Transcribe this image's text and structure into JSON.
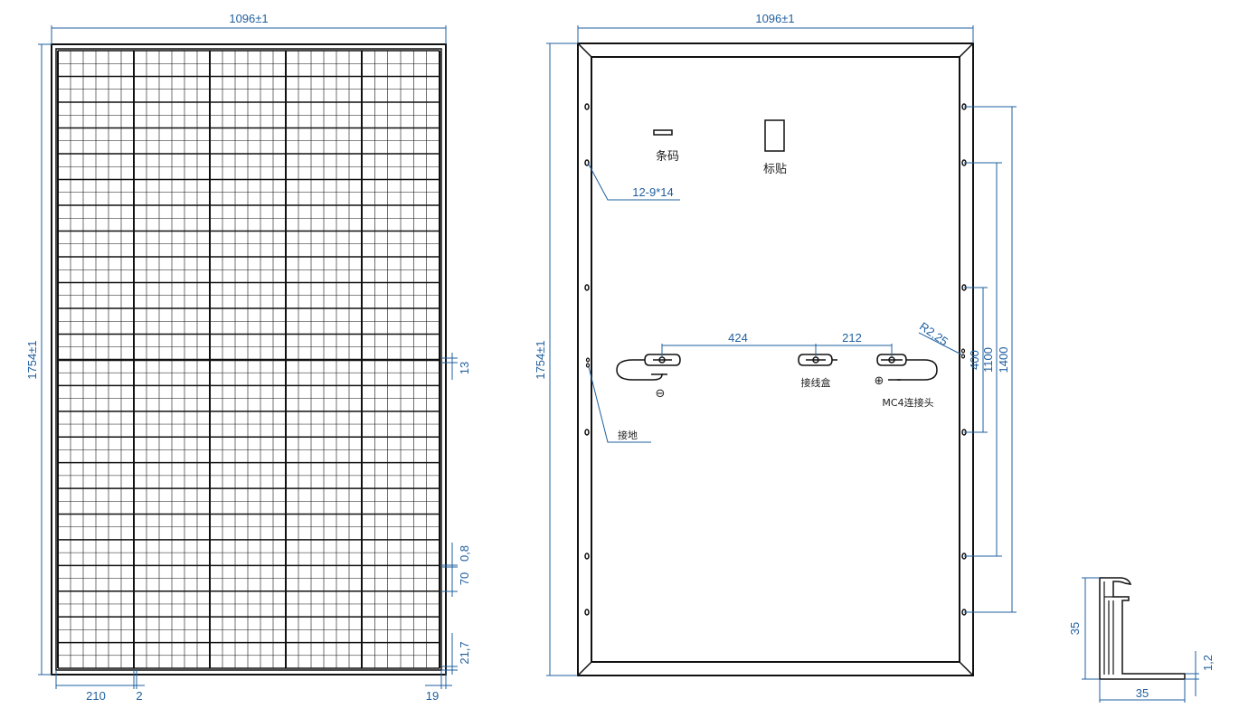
{
  "front_view": {
    "width_dim": "1096±1",
    "height_dim": "1754±1",
    "dim_13": "13",
    "dim_08": "0,8",
    "dim_70": "70",
    "dim_217": "21,7",
    "dim_210": "210",
    "dim_2": "2",
    "dim_19": "19"
  },
  "back_view": {
    "width_dim": "1096±1",
    "height_dim": "1754±1",
    "barcode_label": "条码",
    "sticker_label": "标贴",
    "hole_callout": "12-9*14",
    "ground_label": "接地",
    "dim_424": "424",
    "dim_212": "212",
    "junction_box_label": "接线盒",
    "connector_label": "MC4连接头",
    "radius_label": "R2,25",
    "dim_400": "400",
    "dim_1100": "1100",
    "dim_1400": "1400",
    "minus_symbol": "⊖",
    "plus_symbol": "⊕"
  },
  "frame_section": {
    "height_dim": "35",
    "width_dim": "35",
    "thickness_dim": "1,2"
  }
}
